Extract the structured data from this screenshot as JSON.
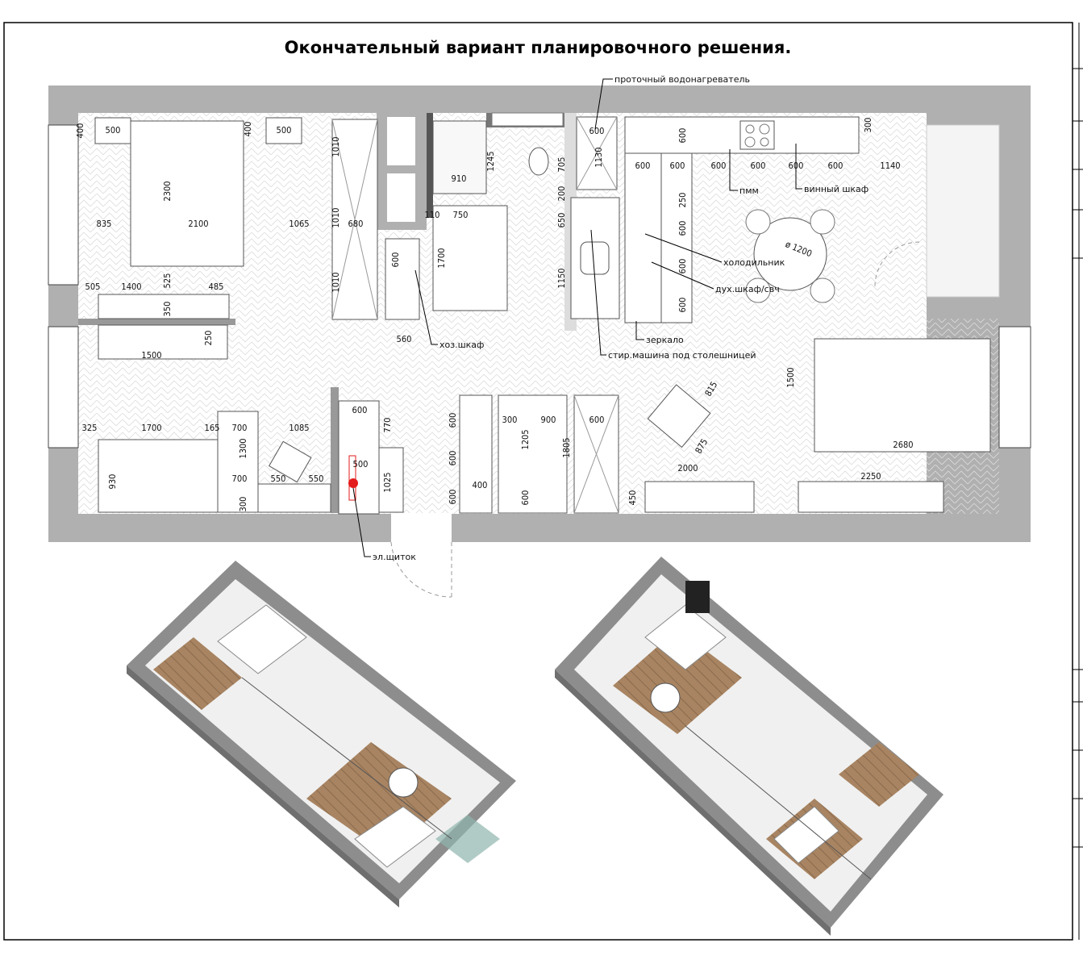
{
  "title": "Окончательный вариант планировочного решения.",
  "colors": {
    "wall": "#b0b0b0",
    "floor_hatch": "#d9d9d9",
    "wood": "#a88462",
    "glass": "#8fb5ad",
    "electric_panel": "#e31b1b"
  },
  "annotations": {
    "water_heater": "проточный водонагреватель",
    "dishwasher": "пмм",
    "wine_cabinet": "винный шкаф",
    "fridge": "холодильник",
    "oven_microwave": "дух.шкаф/свч",
    "mirror": "зеркало",
    "washing_machine": "стир.машина под столешницей",
    "utility_closet": "хоз.шкаф",
    "electric_panel": "эл.щиток"
  },
  "dimensions": [
    "400",
    "500",
    "400",
    "500",
    "2300",
    "835",
    "2100",
    "1065",
    "1010",
    "1010",
    "1010",
    "680",
    "505",
    "1400",
    "525",
    "485",
    "350",
    "250",
    "1500",
    "600",
    "560",
    "1245",
    "910",
    "110",
    "750",
    "1700",
    "705",
    "200",
    "650",
    "1150",
    "600",
    "1130",
    "600",
    "600",
    "600",
    "600",
    "600",
    "600",
    "1140",
    "300",
    "600",
    "250",
    "600",
    "600",
    "600",
    "ø 1200",
    "1500",
    "815",
    "875",
    "2000",
    "2680",
    "2250",
    "450",
    "325",
    "1700",
    "165",
    "700",
    "1085",
    "930",
    "1300",
    "700",
    "550",
    "550",
    "300",
    "600",
    "770",
    "500",
    "1025",
    "600",
    "600",
    "600",
    "400",
    "300",
    "900",
    "1205",
    "600",
    "1805",
    "600"
  ]
}
